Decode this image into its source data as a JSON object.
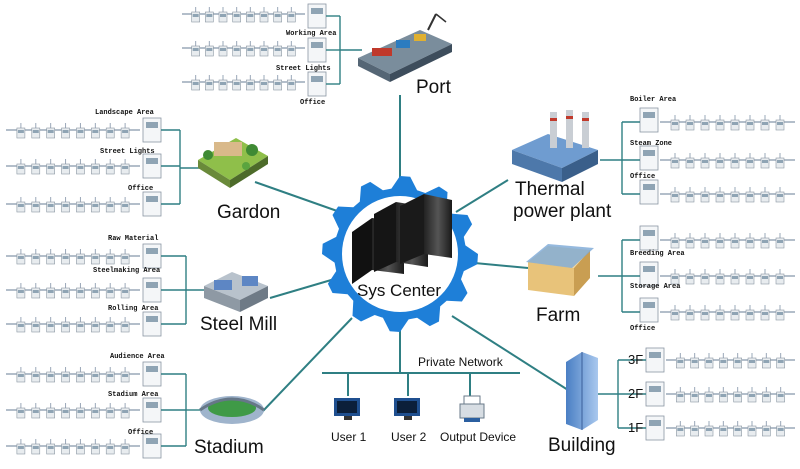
{
  "center": {
    "label": "Sys Center"
  },
  "network": {
    "label": "Private Network"
  },
  "devices": [
    {
      "label": "User 1",
      "icon": "computer-icon"
    },
    {
      "label": "User 2",
      "icon": "computer-icon"
    },
    {
      "label": "Output Device",
      "icon": "printer-icon"
    }
  ],
  "nodes": {
    "port": {
      "label": "Port",
      "areas": [
        "Working Area",
        "Street Lights",
        "Office"
      ]
    },
    "gardon": {
      "label": "Gardon",
      "areas": [
        "Landscape Area",
        "Street Lights",
        "Office"
      ]
    },
    "steel_mill": {
      "label": "Steel Mill",
      "areas": [
        "Raw Material",
        "Steelmaking Area",
        "Rolling Area"
      ]
    },
    "stadium": {
      "label": "Stadium",
      "areas": [
        "Audience Area",
        "Stadium Area",
        "Office"
      ]
    },
    "thermal": {
      "label_line1": "Thermal",
      "label_line2": "power plant",
      "areas": [
        "Boiler Area",
        "Steam Zone",
        "Office"
      ]
    },
    "farm": {
      "label": "Farm",
      "areas": [
        "Breeding Area",
        "Storage Area",
        "Office"
      ]
    },
    "building": {
      "label": "Building",
      "floors": [
        "3F",
        "2F",
        "1F"
      ]
    }
  },
  "colors": {
    "line": "#2f7f83",
    "gear": "#1e7fd8",
    "gear_inner": "#ffffff",
    "bus": "#9aa8b8",
    "meter_body": "#e8ecef",
    "meter_screen": "#8fa4b4"
  }
}
